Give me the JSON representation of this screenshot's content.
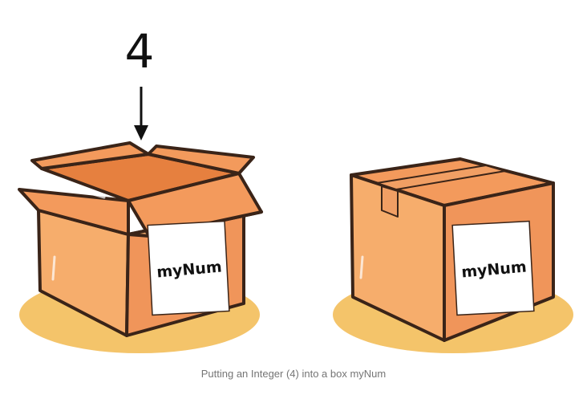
{
  "figure": {
    "number_label": "4",
    "open_box": {
      "label": "myNum"
    },
    "closed_box": {
      "label": "myNum"
    },
    "caption": "Putting an Integer (4) into a box myNum"
  },
  "colors": {
    "shadow": "#f4c46a",
    "box_front": "#f0955a",
    "box_side": "#f6ad6c",
    "box_inner": "#e6803f",
    "flap": "#f39a5c",
    "tape": "#f19f64",
    "label_bg": "#ffffff",
    "outline": "#3a2418",
    "text": "#111111",
    "caption": "#757575"
  }
}
